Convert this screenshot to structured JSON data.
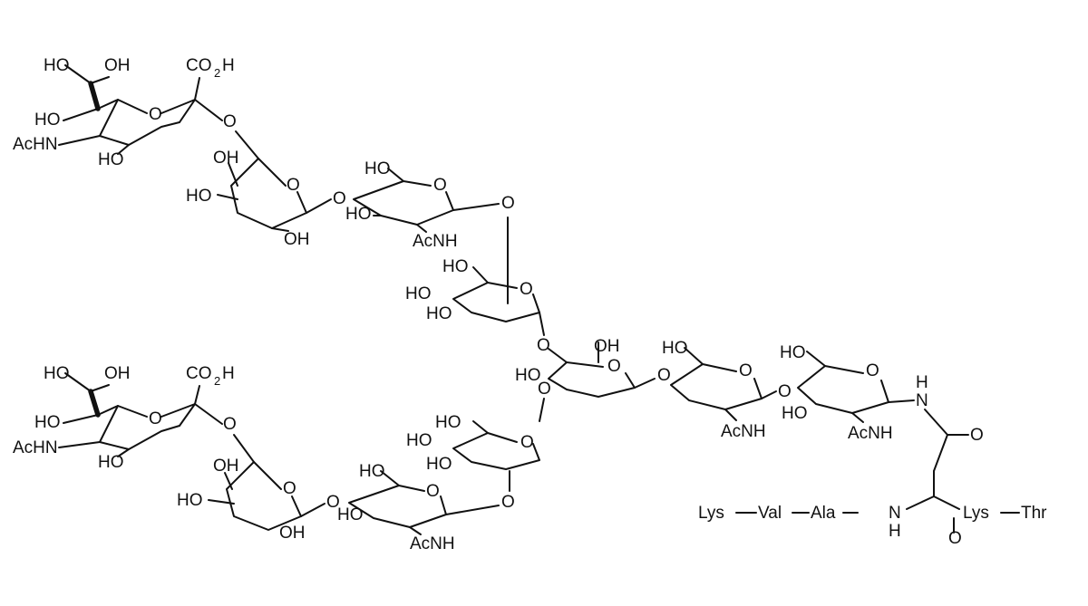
{
  "structure": {
    "sialic_acid_labels": {
      "hydroxymethyl": "HO",
      "hydroxy": "OH",
      "carboxyl_main": "CO",
      "carboxyl_sub": "2",
      "carboxyl_tail": "H",
      "acetamido": "AcHN",
      "ring_oxygen": "O",
      "linking_oxygen": "O"
    },
    "hexose_labels": {
      "hydroxy": "OH",
      "hydroxy_left": "HO",
      "ring_oxygen": "O",
      "glycosidic_oxygen": "O",
      "acetamido": "AcNH"
    },
    "peptide": {
      "residue_1": "Lys",
      "residue_2": "Val",
      "residue_3": "Ala",
      "amide_n": "N",
      "amide_h": "H",
      "carbonyl_o": "O",
      "residue_4": "Lys",
      "residue_5": "Thr",
      "anomeric_nh_n": "N",
      "anomeric_nh_h": "H"
    }
  }
}
